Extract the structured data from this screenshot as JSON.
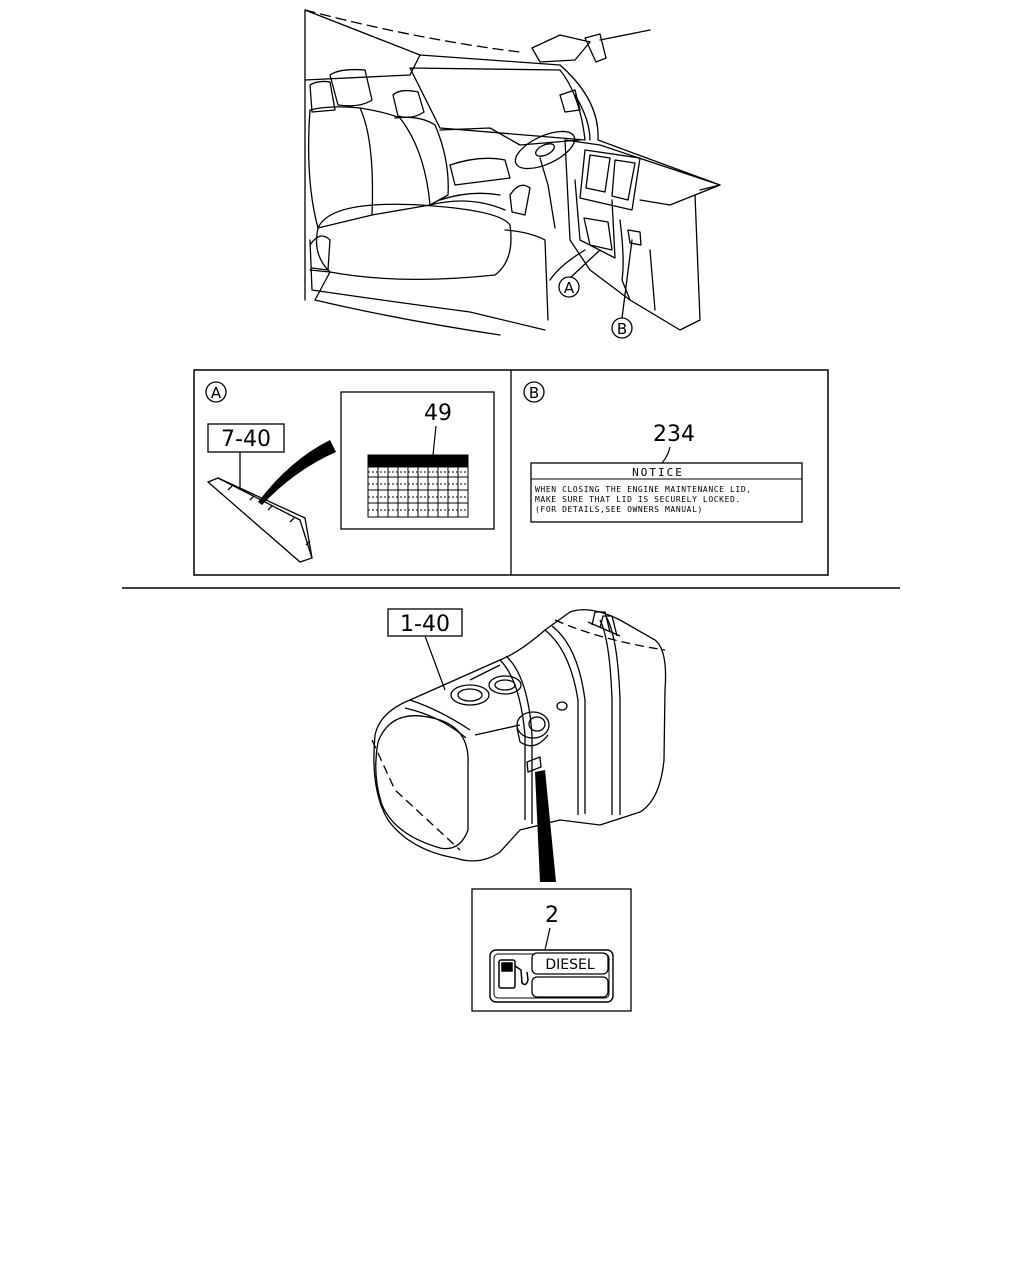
{
  "callouts": {
    "a": "A",
    "b": "B"
  },
  "detail_a": {
    "marker": "A",
    "part_ref": "7-40",
    "label_part_no": "49"
  },
  "detail_b": {
    "marker": "B",
    "label_part_no": "234",
    "notice_title": "NOTICE",
    "notice_lines": [
      "WHEN CLOSING THE ENGINE MAINTENANCE LID,",
      "MAKE SURE THAT LID IS SECURELY LOCKED.",
      "(FOR DETAILS,SEE OWNERS MANUAL)"
    ]
  },
  "fuel_tank": {
    "part_ref": "1-40",
    "label_part_no": "2",
    "fuel_label": "DIESEL",
    "icon": "fuel-pump-icon"
  }
}
